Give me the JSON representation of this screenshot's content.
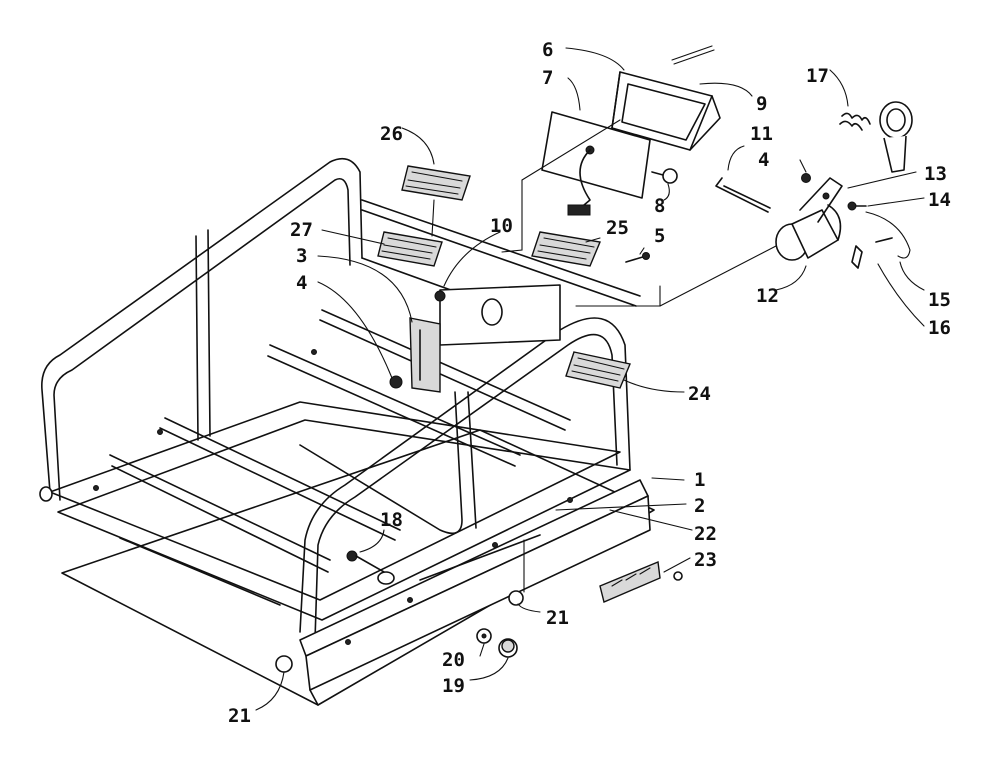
{
  "callouts": [
    {
      "id": "c1",
      "text": "1"
    },
    {
      "id": "c2",
      "text": "2"
    },
    {
      "id": "c3",
      "text": "3"
    },
    {
      "id": "c4a",
      "text": "4"
    },
    {
      "id": "c4b",
      "text": "4"
    },
    {
      "id": "c5",
      "text": "5"
    },
    {
      "id": "c6",
      "text": "6"
    },
    {
      "id": "c7",
      "text": "7"
    },
    {
      "id": "c8",
      "text": "8"
    },
    {
      "id": "c9",
      "text": "9"
    },
    {
      "id": "c10",
      "text": "10"
    },
    {
      "id": "c11",
      "text": "11"
    },
    {
      "id": "c12",
      "text": "12"
    },
    {
      "id": "c13",
      "text": "13"
    },
    {
      "id": "c14",
      "text": "14"
    },
    {
      "id": "c15",
      "text": "15"
    },
    {
      "id": "c16",
      "text": "16"
    },
    {
      "id": "c17",
      "text": "17"
    },
    {
      "id": "c18",
      "text": "18"
    },
    {
      "id": "c19",
      "text": "19"
    },
    {
      "id": "c20",
      "text": "20"
    },
    {
      "id": "c21a",
      "text": "21"
    },
    {
      "id": "c21b",
      "text": "21"
    },
    {
      "id": "c22",
      "text": "22"
    },
    {
      "id": "c23",
      "text": "23"
    },
    {
      "id": "c24",
      "text": "24"
    },
    {
      "id": "c25",
      "text": "25"
    },
    {
      "id": "c26",
      "text": "26"
    },
    {
      "id": "c27",
      "text": "27"
    }
  ],
  "colors": {
    "ink": "#111111",
    "paper": "#ffffff"
  }
}
